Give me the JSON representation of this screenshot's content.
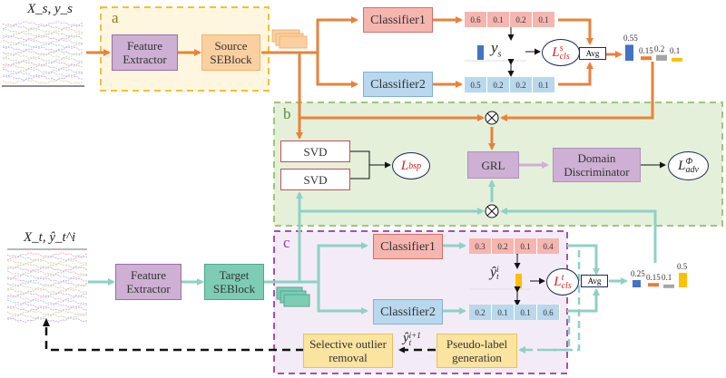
{
  "colors": {
    "source_flow": "#E8823A",
    "target_flow": "#8FD1C4",
    "region_a_border": "#F2C12E",
    "region_a_fill": "#FFF6E0",
    "region_b_border": "#9CC77A",
    "region_b_fill": "#E4F0DA",
    "region_c_border": "#A64FB8",
    "region_c_fill": "#F3ECF6",
    "feature_extractor": "#CDB0D4",
    "source_seblock": "#FBD0A1",
    "target_seblock": "#7DCDB5",
    "classifier1": "#F6B6B0",
    "classifier2": "#B9D8EE",
    "pseudo_label": "#FBE3A0",
    "bar_blue": "#4472C4",
    "bar_orange": "#ED7D31",
    "bar_gray": "#A5A5A5",
    "bar_yellow": "#FFC000",
    "loss_text": "#D42020"
  },
  "source_input": {
    "label": "X_s, y_s"
  },
  "target_input": {
    "label": "X_t, ŷ_t^i"
  },
  "regions": {
    "a": {
      "label": "a"
    },
    "b": {
      "label": "b"
    },
    "c": {
      "label": "c"
    }
  },
  "source_branch": {
    "feature_extractor": "Feature Extractor",
    "seblock": "Source SEBlock",
    "classifier1": "Classifier1",
    "classifier2": "Classifier2",
    "classifier1_probs": [
      "0.6",
      "0.1",
      "0.2",
      "0.1"
    ],
    "classifier2_probs": [
      "0.5",
      "0.2",
      "0.2",
      "0.1"
    ],
    "label_symbol": "y",
    "label_sub": "s",
    "loss": {
      "main": "L",
      "sup": "s",
      "sub": "cls"
    },
    "avg_label": "Avg",
    "avg_bars": [
      {
        "label": "0.55",
        "value": 0.55,
        "color": "#4472C4"
      },
      {
        "label": "0.15",
        "value": 0.15,
        "color": "#ED7D31"
      },
      {
        "label": "0.2",
        "value": 0.2,
        "color": "#A5A5A5"
      },
      {
        "label": "0.1",
        "value": 0.1,
        "color": "#FFC000"
      }
    ]
  },
  "alignment": {
    "svd1": "SVD",
    "svd2": "SVD",
    "bsp_loss": {
      "main": "L",
      "sub": "bsp"
    },
    "grl": "GRL",
    "discriminator": "Domain Discriminator",
    "adv_loss": {
      "main": "L",
      "sup": "Φ",
      "sub": "adv"
    },
    "multiply_symbol": "⊗"
  },
  "target_branch": {
    "feature_extractor": "Feature Extractor",
    "seblock": "Target SEBlock",
    "classifier1": "Classifier1",
    "classifier2": "Classifier2",
    "classifier1_probs": [
      "0.3",
      "0.2",
      "0.1",
      "0.4"
    ],
    "classifier2_probs": [
      "0.2",
      "0.1",
      "0.1",
      "0.6"
    ],
    "label_symbol": "ŷ",
    "label_sub": "t",
    "label_sup": "i",
    "loss": {
      "main": "L",
      "sup": "t",
      "sub": "cls"
    },
    "avg_label": "Avg",
    "avg_bars": [
      {
        "label": "0.25",
        "value": 0.25,
        "color": "#4472C4"
      },
      {
        "label": "0.15",
        "value": 0.15,
        "color": "#ED7D31"
      },
      {
        "label": "0.1",
        "value": 0.1,
        "color": "#A5A5A5"
      },
      {
        "label": "0.5",
        "value": 0.5,
        "color": "#FFC000"
      }
    ],
    "pseudo_label": "Pseudo-label generation",
    "outlier_removal": "Selective outlier removal",
    "next_label": {
      "main": "ŷ",
      "sub": "t",
      "sup": "i+1"
    }
  }
}
